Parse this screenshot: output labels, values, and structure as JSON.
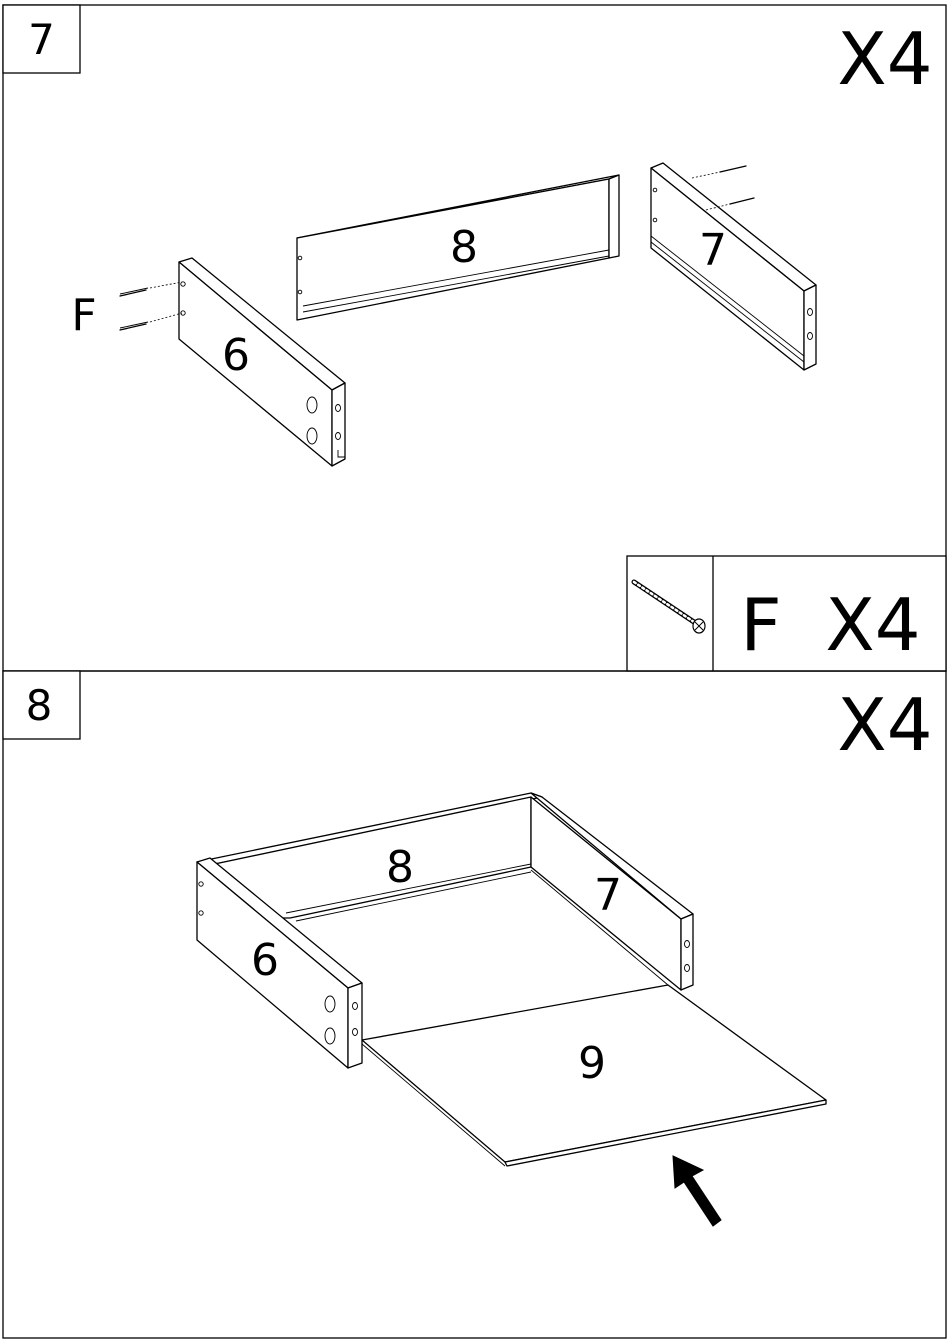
{
  "steps": [
    {
      "number": "7",
      "quantity": "X4",
      "hardware": {
        "letter": "F",
        "quantity": "X4",
        "icon": "screw-icon"
      },
      "parts": {
        "left_side": "6",
        "back": "8",
        "right_side": "7",
        "screw_label": "F"
      }
    },
    {
      "number": "8",
      "quantity": "X4",
      "parts": {
        "left_side": "6",
        "back": "8",
        "right_side": "7",
        "bottom": "9"
      },
      "icon": "insert-arrow-icon"
    }
  ]
}
